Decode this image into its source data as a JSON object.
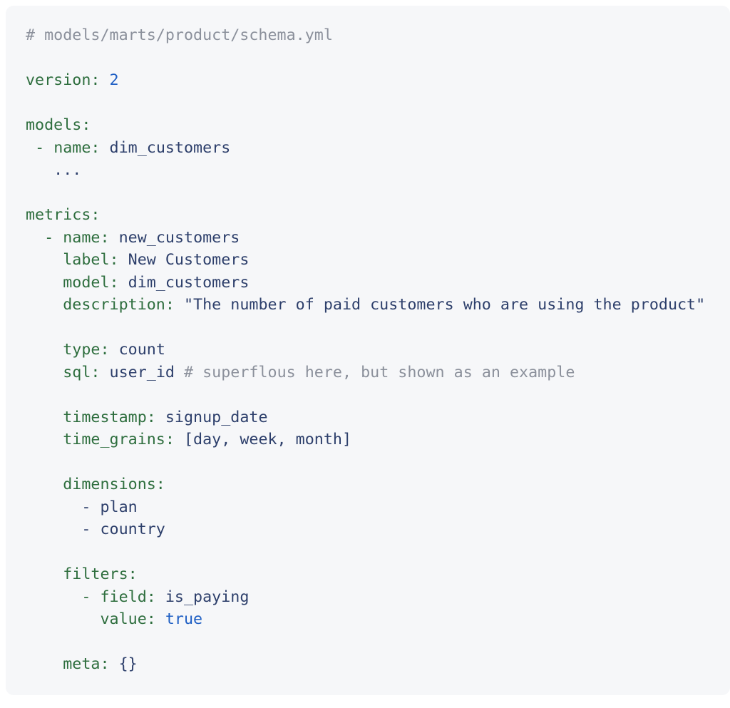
{
  "card": {
    "background": "#f6f7f9",
    "radius": "11px",
    "language": "yaml"
  },
  "colors": {
    "comment": "#8b909b",
    "key": "#2e6e3e",
    "value": "#2d3f6b",
    "literal": "#1f5fc4",
    "page_background": "#ffffff"
  },
  "code": {
    "file_comment": "# models/marts/product/schema.yml",
    "version": {
      "key": "version:",
      "value": "2"
    },
    "models": {
      "key": "models:",
      "item_dash": "-",
      "name_key": "name:",
      "name_value": "dim_customers",
      "ellipsis": "..."
    },
    "metrics": {
      "key": "metrics:",
      "item_dash": "-",
      "name_key": "name:",
      "name_value": "new_customers",
      "label_key": "label:",
      "label_value": "New Customers",
      "model_key": "model:",
      "model_value": "dim_customers",
      "description_key": "description:",
      "description_value": "\"The number of paid customers who are using the product\"",
      "type_key": "type:",
      "type_value": "count",
      "sql_key": "sql:",
      "sql_value": "user_id",
      "sql_comment": "# superflous here, but shown as an example",
      "timestamp_key": "timestamp:",
      "timestamp_value": "signup_date",
      "time_grains_key": "time_grains:",
      "time_grains_value": "[day, week, month]",
      "dimensions_key": "dimensions:",
      "dimensions_items": [
        {
          "dash": "-",
          "value": "plan"
        },
        {
          "dash": "-",
          "value": "country"
        }
      ],
      "filters_key": "filters:",
      "filters_item": {
        "dash": "-",
        "field_key": "field:",
        "field_value": "is_paying",
        "value_key": "value:",
        "value_value": "true"
      },
      "meta_key": "meta:",
      "meta_value": "{}"
    }
  }
}
